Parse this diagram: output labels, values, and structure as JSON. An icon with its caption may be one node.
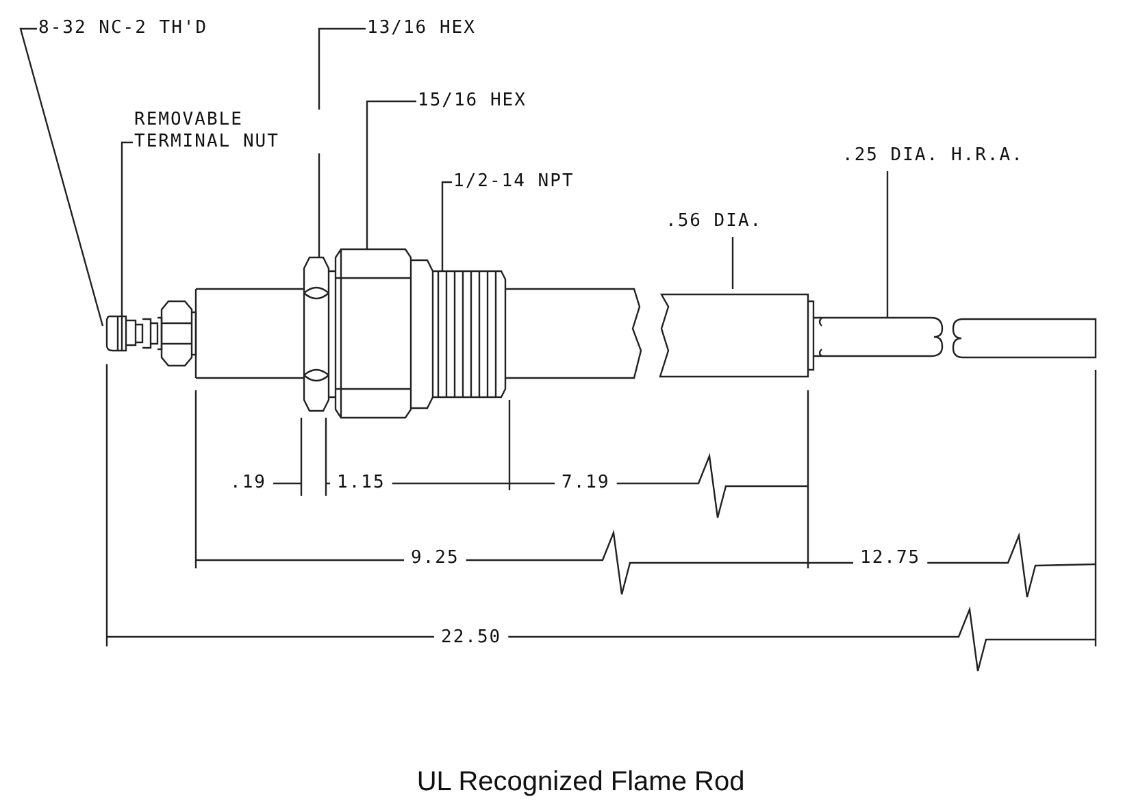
{
  "diagram": {
    "caption": "UL Recognized Flame Rod",
    "nodes": [
      {
        "text": [
          "8-32 NC-2 TH'D"
        ]
      },
      {
        "text": [
          "13/16 HEX"
        ]
      },
      {
        "text": [
          "15/16 HEX"
        ]
      },
      {
        "text": [
          "REMOVABLE TERMINAL NUT"
        ]
      },
      {
        "text": [
          "1/2-14 NPT"
        ]
      },
      {
        "text": [
          ".56 DIA."
        ]
      },
      {
        "text": [
          ".25 DIA. H.R.A."
        ]
      }
    ],
    "edges": [
      {
        "from": 0,
        "to": null,
        "arrow": "none"
      },
      {
        "from": 1,
        "to": null,
        "arrow": "none"
      },
      {
        "from": 2,
        "to": null,
        "arrow": "none"
      },
      {
        "from": 3,
        "to": null,
        "arrow": "none"
      },
      {
        "from": 4,
        "to": null,
        "arrow": "none"
      },
      {
        "from": 5,
        "to": null,
        "arrow": "none"
      },
      {
        "from": 6,
        "to": null,
        "arrow": "none"
      }
    ],
    "labels": [
      ".19",
      "1.15",
      "7.19",
      "9.25",
      "12.75",
      "22.50"
    ]
  }
}
